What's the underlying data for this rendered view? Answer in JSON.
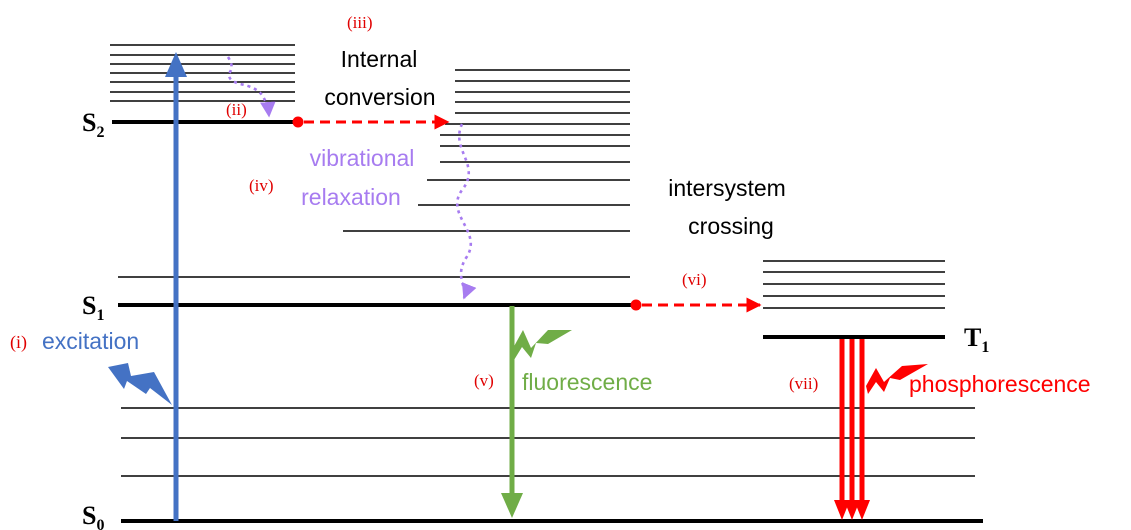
{
  "states": {
    "s0": {
      "letter": "S",
      "sub": "0"
    },
    "s1": {
      "letter": "S",
      "sub": "1"
    },
    "s2": {
      "letter": "S",
      "sub": "2"
    },
    "t1": {
      "letter": "T",
      "sub": "1"
    }
  },
  "processes": {
    "excitation": {
      "marker": "(i)",
      "label": "excitation"
    },
    "ic_vibrational": {
      "marker": "(ii)"
    },
    "internal_conversion": {
      "marker": "(iii)",
      "line1": "Internal",
      "line2": "conversion"
    },
    "vibrational_relaxation": {
      "marker": "(iv)",
      "line1": "vibrational",
      "line2": "relaxation"
    },
    "fluorescence": {
      "marker": "(v)",
      "label": "fluorescence"
    },
    "intersystem_crossing": {
      "marker": "(vi)",
      "line1": "intersystem",
      "line2": "crossing"
    },
    "phosphorescence": {
      "marker": "(vii)",
      "label": "phosphorescence"
    }
  },
  "colors": {
    "level": "#000000",
    "excitation": "#4472c4",
    "fluorescence": "#70ad47",
    "phosphorescence": "#ff0000",
    "marker": "#e00000",
    "dashed_transfer": "#ff0000",
    "vibrational_relaxation": "#a77cf0"
  }
}
